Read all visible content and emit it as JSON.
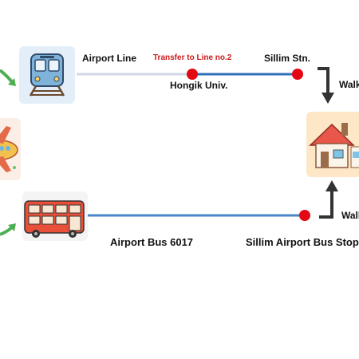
{
  "routes": {
    "rail": {
      "line_label": "Airport Line",
      "transfer_label": "Transfer to Line no.2",
      "transfer_station": "Hongik Univ.",
      "end_station": "Sillim Stn.",
      "walk_label": "Walk",
      "line_color": "#cfd7e6",
      "transfer_color": "#2f6fba",
      "stop_color": "#e30613"
    },
    "bus": {
      "bus_label": "Airport Bus 6017",
      "stop_label": "Sillim Airport Bus Stop",
      "walk_label": "Walk",
      "line_color": "#4a86c8",
      "stop_color": "#e30613"
    }
  },
  "icons": {
    "train": "train-icon",
    "airplane": "airplane-icon",
    "bus": "bus-icon",
    "house": "house-icon",
    "arrow": "green-arrow-icon"
  }
}
